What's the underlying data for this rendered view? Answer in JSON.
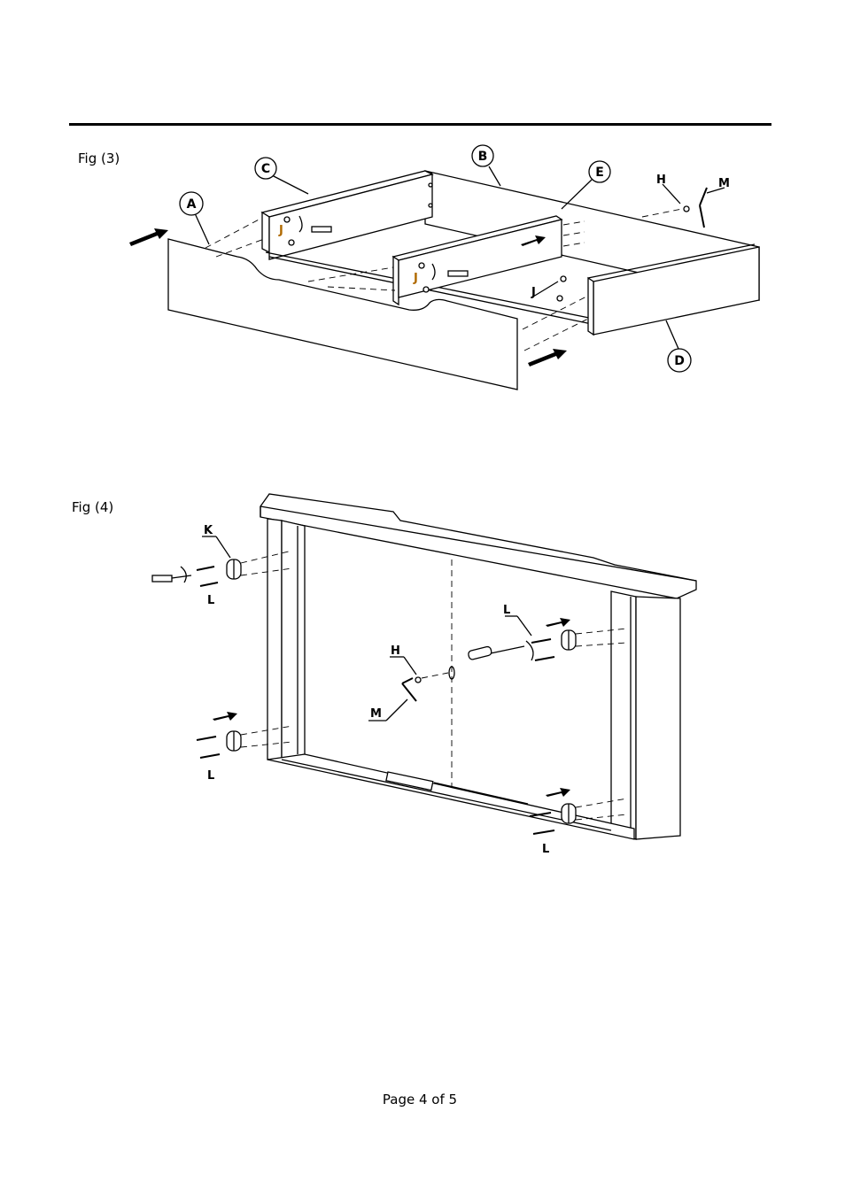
{
  "figures": {
    "fig3": {
      "label": "Fig (3)",
      "callouts": {
        "a": "A",
        "b": "B",
        "c": "C",
        "d": "D",
        "e": "E",
        "h": "H",
        "m": "M",
        "j": "J"
      }
    },
    "fig4": {
      "label": "Fig (4)",
      "callouts": {
        "k": "K",
        "l": "L",
        "h": "H",
        "m": "M"
      }
    }
  },
  "footer": {
    "page": "Page 4 of 5"
  }
}
